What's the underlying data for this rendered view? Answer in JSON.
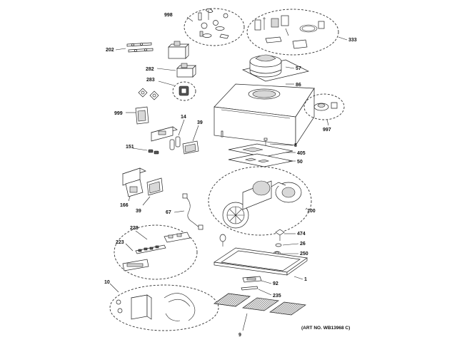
{
  "diagram": {
    "art_number": "(ART NO. WB13968 C)",
    "callouts": {
      "p998": "998",
      "p333": "333",
      "p202": "202",
      "p57": "57",
      "p282": "282",
      "p283": "283",
      "p86": "86",
      "p999": "999",
      "p14": "14",
      "p39a": "39",
      "p997": "997",
      "p151": "151",
      "p8": "8",
      "p405": "405",
      "p50": "50",
      "p166": "166",
      "p39b": "39",
      "p67": "67",
      "p100": "100",
      "p228": "228",
      "p474": "474",
      "p223": "223",
      "p26": "26",
      "p250": "250",
      "p1": "1",
      "p10": "10",
      "p92": "92",
      "p235": "235",
      "p9": "9"
    }
  }
}
